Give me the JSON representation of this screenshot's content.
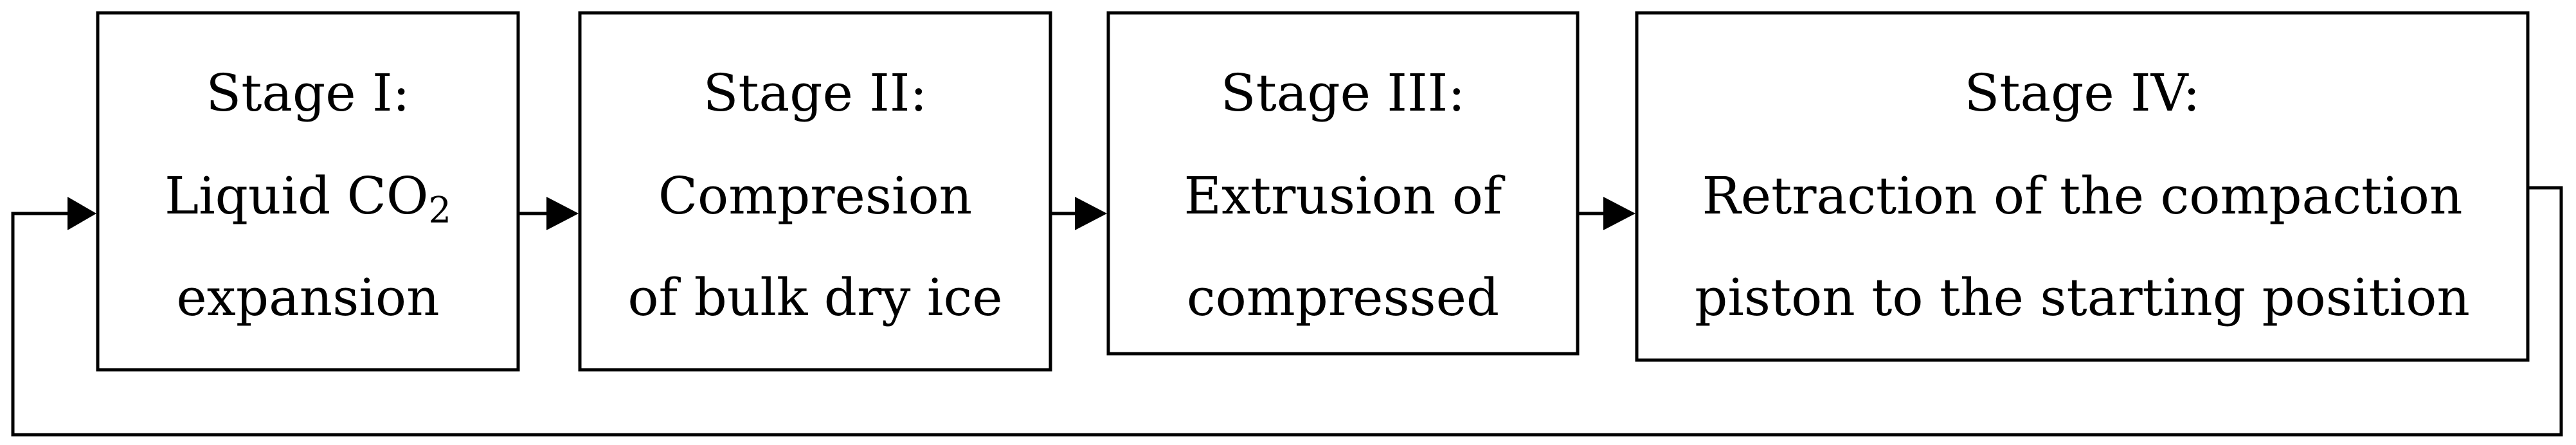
{
  "stages": [
    {
      "title": "Stage I:",
      "lines": [
        "Liquid CO",
        "expansion"
      ],
      "subscript": "2"
    },
    {
      "title": "Stage II:",
      "lines": [
        "Compresion",
        "of bulk dry ice"
      ]
    },
    {
      "title": "Stage III:",
      "lines": [
        "Extrusion of",
        "compressed"
      ]
    },
    {
      "title": "Stage IV:",
      "lines": [
        "Retraction of the compaction",
        "piston to the starting position"
      ]
    }
  ],
  "colors": {
    "stroke": "#000000",
    "background": "#ffffff"
  }
}
